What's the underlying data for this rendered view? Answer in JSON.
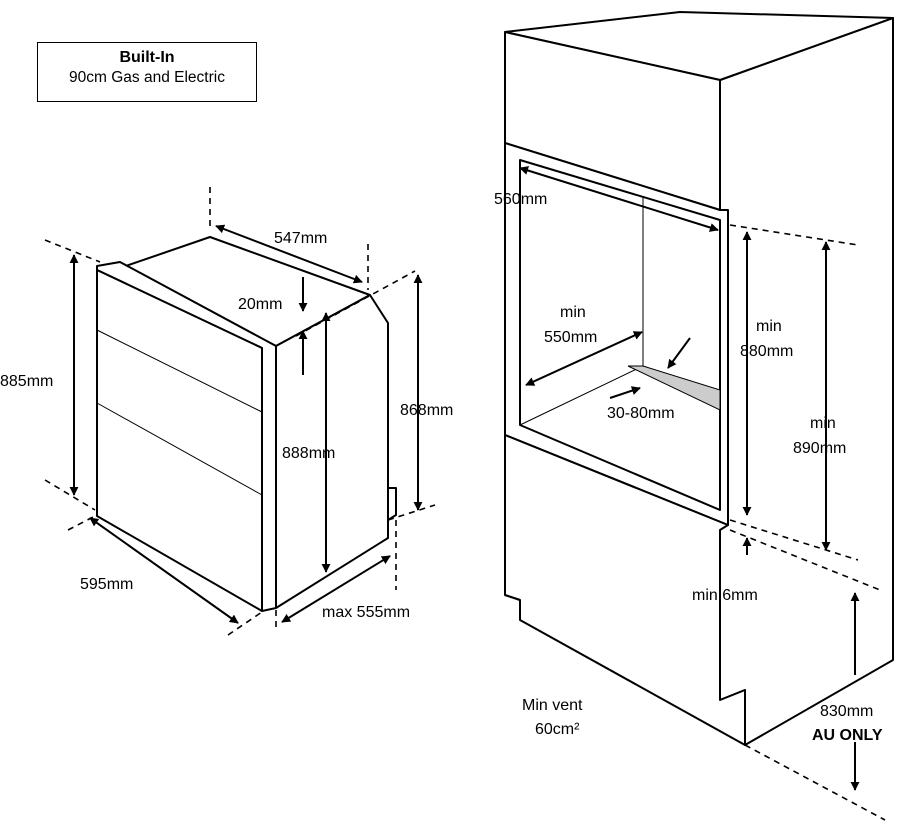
{
  "title": {
    "line1": "Built-In",
    "line2": "90cm Gas and Electric"
  },
  "oven_dimensions": {
    "depth_top": "547mm",
    "overhang": "20mm",
    "front_height": "885mm",
    "body_height": "888mm",
    "rear_height": "868mm",
    "width": "595mm",
    "max_depth": "max 555mm"
  },
  "cavity_dimensions": {
    "width": "560mm",
    "depth_label": "min",
    "depth_value": "550mm",
    "gap": "30-80mm",
    "height_label": "min",
    "height_value": "880mm",
    "outer_height_label": "min",
    "outer_height_value": "890mm",
    "clearance": "min 6mm",
    "vent_line1": "Min vent",
    "vent_line2": "60cm²",
    "floor_height": "830mm",
    "floor_note": "AU ONLY"
  }
}
